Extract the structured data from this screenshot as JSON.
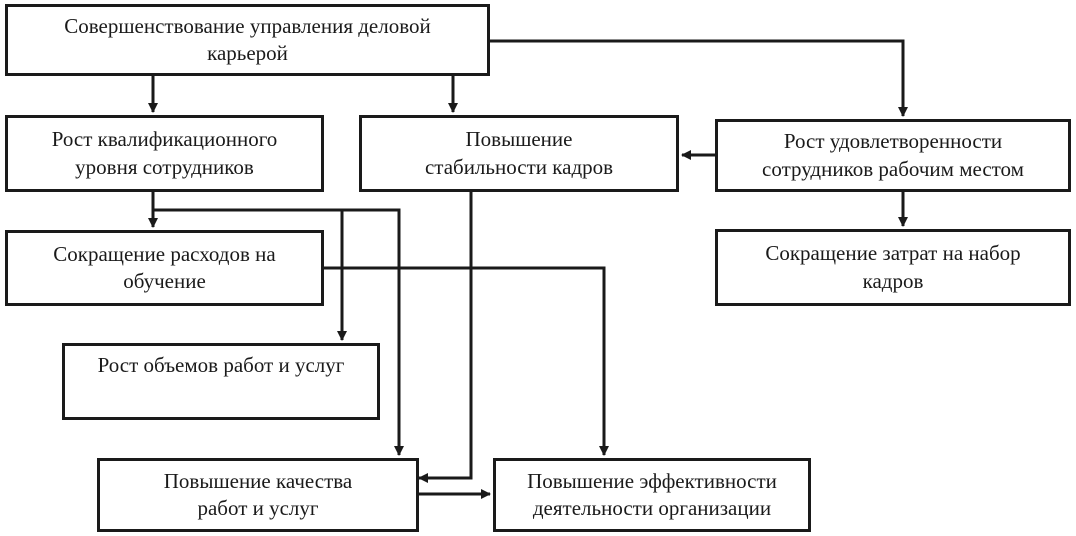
{
  "nodes": {
    "career": "Совершенствование управления деловой\nкарьерой",
    "qualification": "Рост квалификационного\nуровня сотрудников",
    "stability": "Повышение\nстабильности кадров",
    "satisfaction": "Рост удовлетворенности\nсотрудников рабочим местом",
    "training_costs": "Сокращение расходов на\nобучение",
    "recruitment_costs": "Сокращение затрат на набор\nкадров",
    "volume": "Рост объемов работ и услуг",
    "quality": "Повышение качества\nработ и услуг",
    "efficiency": "Повышение эффективности\nдеятельности организации"
  },
  "edges": [
    {
      "from": "career",
      "to": "qualification"
    },
    {
      "from": "career",
      "to": "stability"
    },
    {
      "from": "career",
      "to": "satisfaction"
    },
    {
      "from": "satisfaction",
      "to": "stability"
    },
    {
      "from": "satisfaction",
      "to": "recruitment_costs"
    },
    {
      "from": "qualification",
      "to": "training_costs"
    },
    {
      "from": "qualification",
      "to": "volume"
    },
    {
      "from": "qualification",
      "to": "quality"
    },
    {
      "from": "training_costs",
      "to": "efficiency"
    },
    {
      "from": "stability",
      "to": "quality"
    },
    {
      "from": "quality",
      "to": "efficiency"
    }
  ]
}
